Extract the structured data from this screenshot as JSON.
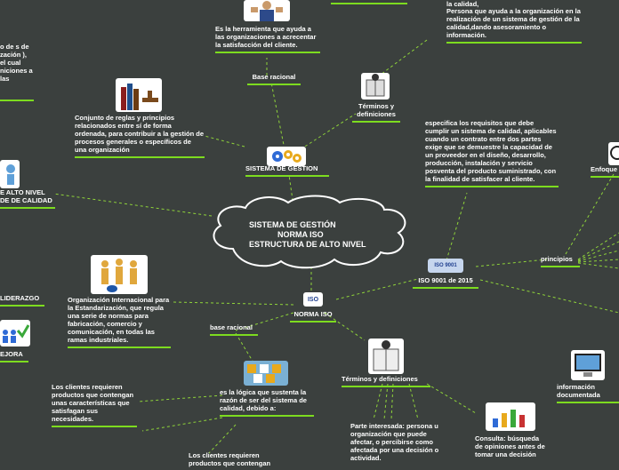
{
  "central": {
    "line1": "SISTEMA DE GESTIÓN",
    "line2": "NORMA ISO",
    "line3": "ESTRUCTURA DE ALTO NIVEL"
  },
  "nodes": {
    "sistema_gestion": "SISTEMA DE GESTION",
    "base_racional_top": "Base racional",
    "herramienta": "Es la herramienta que ayuda a las organizaciones a acrecentar la satisfacción del cliente.",
    "terminos_top": "Términos y definiciones",
    "calidad_def": "la calidad,",
    "persona_def": "Persona que ayuda a la organización en la realización de un sistema de gestión de la calidad,dando asesoramiento o información.",
    "conjunto_reglas": "Conjunto de reglas y principios relacionados entre sí de forma ordenada, para contribuir a la gestión de procesos generales o específicos de una organización",
    "left_partial": "o de s de zación ), el cual niciones a las",
    "alto_nivel": "E ALTO NIVEL DE DE CALIDAD",
    "liderazgo": "LIDERAZGO",
    "mejora": "EJORA",
    "iso_org": "Organización Internacional para la Estandarización, que regula una serie de normas para fabricación, comercio y comunicación, en todas las ramas industriales.",
    "norma_iso": "NORMA ISO",
    "base_racional": "base racional",
    "logica": "es la lógica que sustenta la razón de ser del sistema de calidad, debido a:",
    "clientes1": "Los clientes requieren productos que contengan unas características que satisfagan sus necesidades.",
    "clientes2": "Los clientes requieren productos que contengan",
    "terminos_bottom": "Términos y definiciones",
    "parte_interesada": "Parte interesada: persona u organización que puede afectar, o percibirse como afectada por una decisión o actividad.",
    "consulta": "Consulta: búsqueda de opiniones antes de tomar una decisión",
    "iso9001": "ISO 9001 de 2015",
    "especifica": "especifica los requisitos que debe cumplir un sistema de calidad, aplicables cuando un contrato entre dos partes exige que se demuestre la capacidad de un proveedor en el diseño, desarrollo, producción, instalación y servicio posventa del producto suministrado, con la finalidad de satisfacer al cliente.",
    "principios": "principios",
    "enfoque": "Enfoque",
    "informacion_doc": "información documentada"
  },
  "icons": {
    "iso_logo_text": "ISO",
    "iso9001_logo_text": "ISO 9001"
  },
  "colors": {
    "background": "#3b403e",
    "connector": "#8fd43a",
    "underline": "#7ddc1f",
    "text": "#ffffff"
  }
}
